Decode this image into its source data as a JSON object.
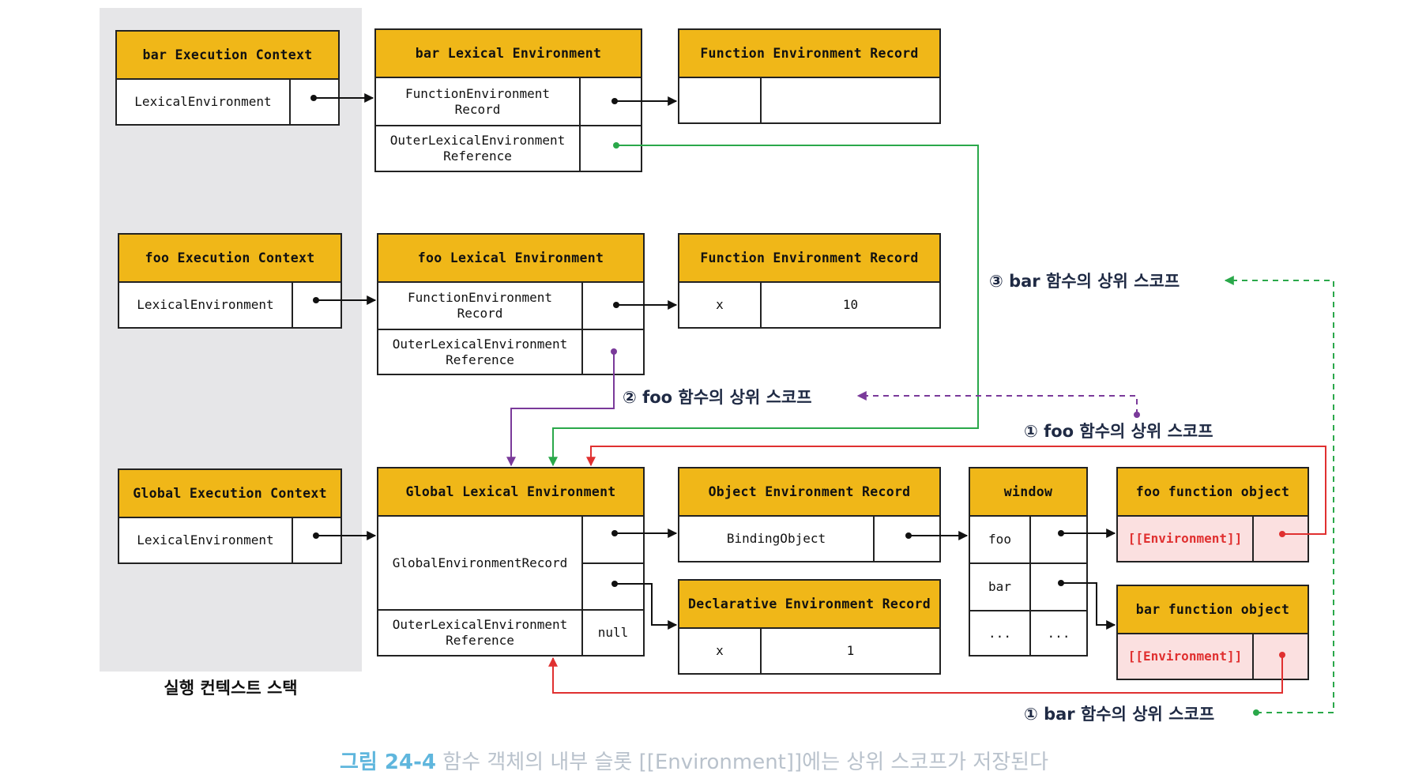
{
  "exec_stack": {
    "caption": "실행 컨텍스트 스택",
    "contexts": [
      {
        "title": "bar Execution Context",
        "field": "LexicalEnvironment"
      },
      {
        "title": "foo Execution Context",
        "field": "LexicalEnvironment"
      },
      {
        "title": "Global Execution Context",
        "field": "LexicalEnvironment"
      }
    ]
  },
  "bar_lex_env": {
    "title": "bar Lexical Environment",
    "record": "FunctionEnvironment\nRecord",
    "outer": "OuterLexicalEnvironment\nReference"
  },
  "bar_fer": {
    "title": "Function Environment Record",
    "key": "",
    "value": ""
  },
  "foo_lex_env": {
    "title": "foo Lexical Environment",
    "record": "FunctionEnvironment\nRecord",
    "outer": "OuterLexicalEnvironment\nReference"
  },
  "foo_fer": {
    "title": "Function Environment Record",
    "key": "x",
    "value": "10"
  },
  "global_lex_env": {
    "title": "Global Lexical Environment",
    "record": "GlobalEnvironmentRecord",
    "outer": "OuterLexicalEnvironment\nReference",
    "outer_value": "null"
  },
  "object_env_record": {
    "title": "Object Environment Record",
    "field": "BindingObject"
  },
  "declarative_env_record": {
    "title": "Declarative Environment Record",
    "key": "x",
    "value": "1"
  },
  "window": {
    "title": "window",
    "rows": [
      "foo",
      "bar",
      "..."
    ],
    "last_value": "..."
  },
  "foo_function_object": {
    "title": "foo function object",
    "slot": "[[Environment]]"
  },
  "bar_function_object": {
    "title": "bar function object",
    "slot": "[[Environment]]"
  },
  "annotations": {
    "bar_scope_top": "③ bar 함수의 상위 스코프",
    "foo_scope_mid": "② foo 함수의 상위 스코프",
    "foo_scope_right": "① foo 함수의 상위 스코프",
    "bar_scope_bottom": "① bar 함수의 상위 스코프"
  },
  "figure_caption": {
    "number": "그림 24-4",
    "text": "함수 객체의 내부 슬롯 [[Environment]]에는 상위 스코프가 저장된다"
  },
  "colors": {
    "header": "#f0b718",
    "stack_background": "#e6e6e8",
    "outer_reference_arrow": "#2aa84a",
    "foo_outer_arrow": "#7a3a9a",
    "environment_arrow": "#e03030",
    "slot_background": "#fbe0e0"
  }
}
